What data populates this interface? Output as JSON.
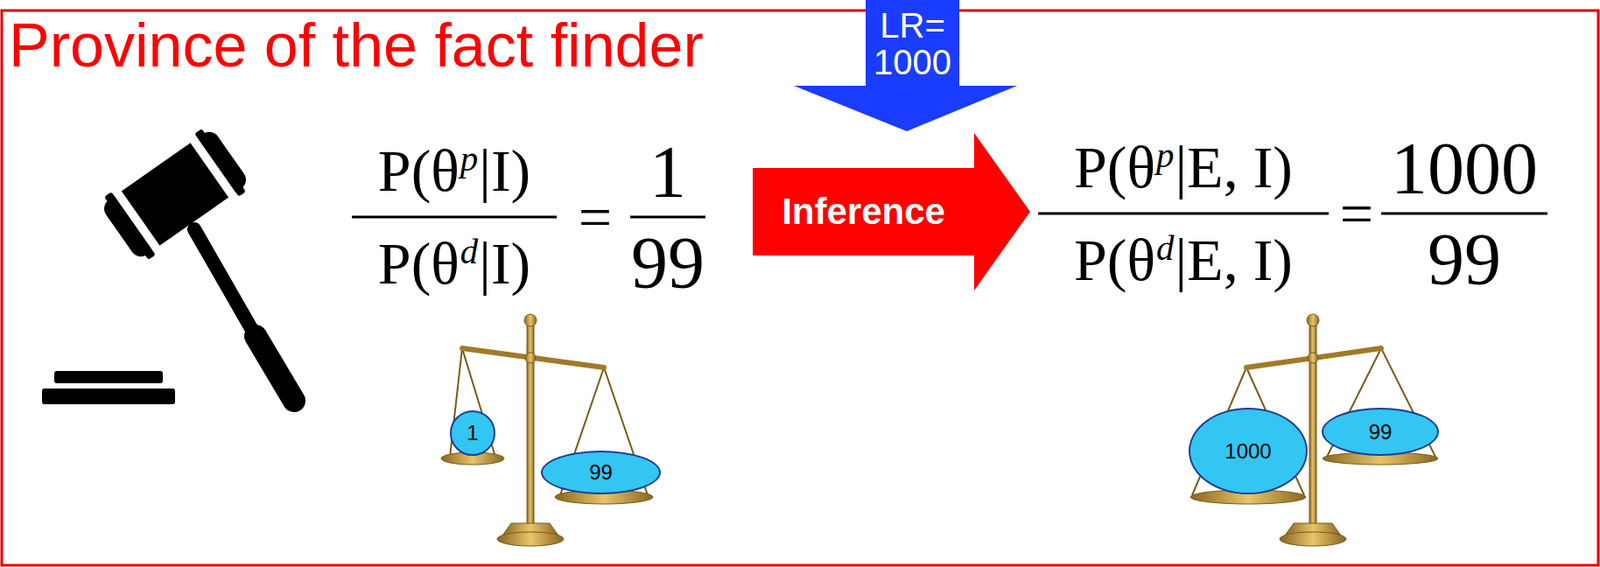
{
  "diagram": {
    "title": "Province of the fact finder",
    "nodes": [
      {
        "text": [
          "LR= 1000"
        ]
      },
      {
        "text": [
          "Inference"
        ]
      },
      {
        "text": [
          "1"
        ]
      },
      {
        "text": [
          "99"
        ]
      },
      {
        "text": [
          "1000"
        ]
      },
      {
        "text": [
          "99"
        ]
      }
    ],
    "labels": [
      "P(θ",
      "p",
      "|I)",
      "P(θ",
      "d",
      "|I)",
      "=",
      "1",
      "99",
      "P(θ",
      "p",
      "|E, I)",
      "P(θ",
      "d",
      "|E, I)",
      "=",
      "1000",
      "99"
    ]
  }
}
